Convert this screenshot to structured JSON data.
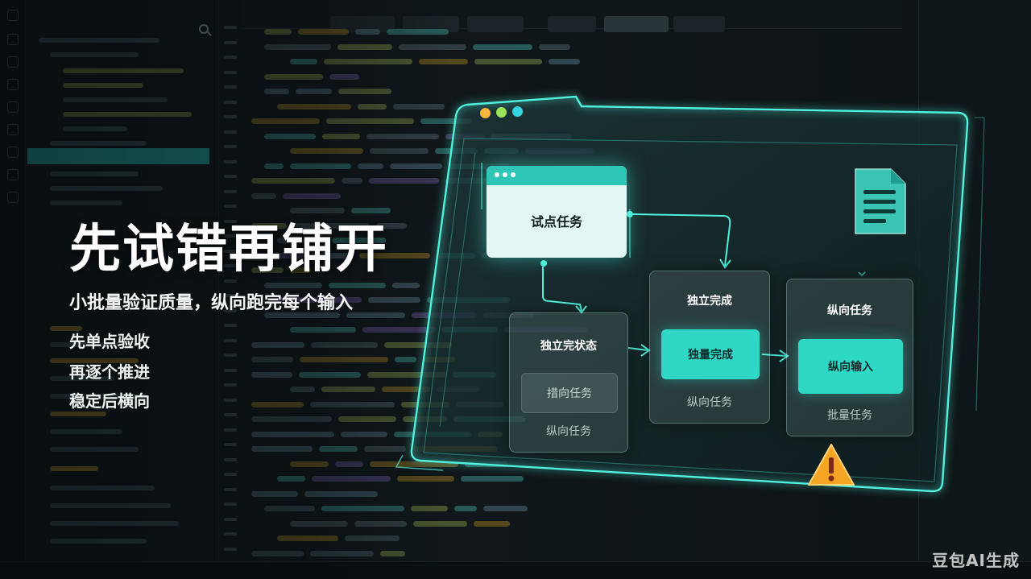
{
  "hero": {
    "title": "先试错再铺开",
    "subtitle": "小批量验证质量，纵向跑完每个输入",
    "bullets": [
      "先单点验收",
      "再逐个推进",
      "稳定后横向"
    ]
  },
  "flow": {
    "pilot_card": {
      "label": "试点任务"
    },
    "card_state": {
      "title": "独立完状态",
      "pill": "措向任务",
      "footer": "纵向任务"
    },
    "card_complete": {
      "title": "独立完成",
      "pill": "独量完成",
      "footer": "纵向任务"
    },
    "card_vertical": {
      "title": "纵向任务",
      "pill": "纵向输入",
      "footer": "批量任务"
    }
  },
  "icons": {
    "document": "document-icon",
    "warning": "warning-icon",
    "window_dots": [
      "red-dot",
      "green-dot",
      "cyan-dot"
    ]
  },
  "colors": {
    "accent": "#2fd8c4",
    "glow": "#4ff0dc",
    "warning": "#f5a524",
    "dot_red": "#f5b63c",
    "dot_green": "#9be35a",
    "dot_cyan": "#33d6e0"
  },
  "watermark": "豆包AI生成"
}
